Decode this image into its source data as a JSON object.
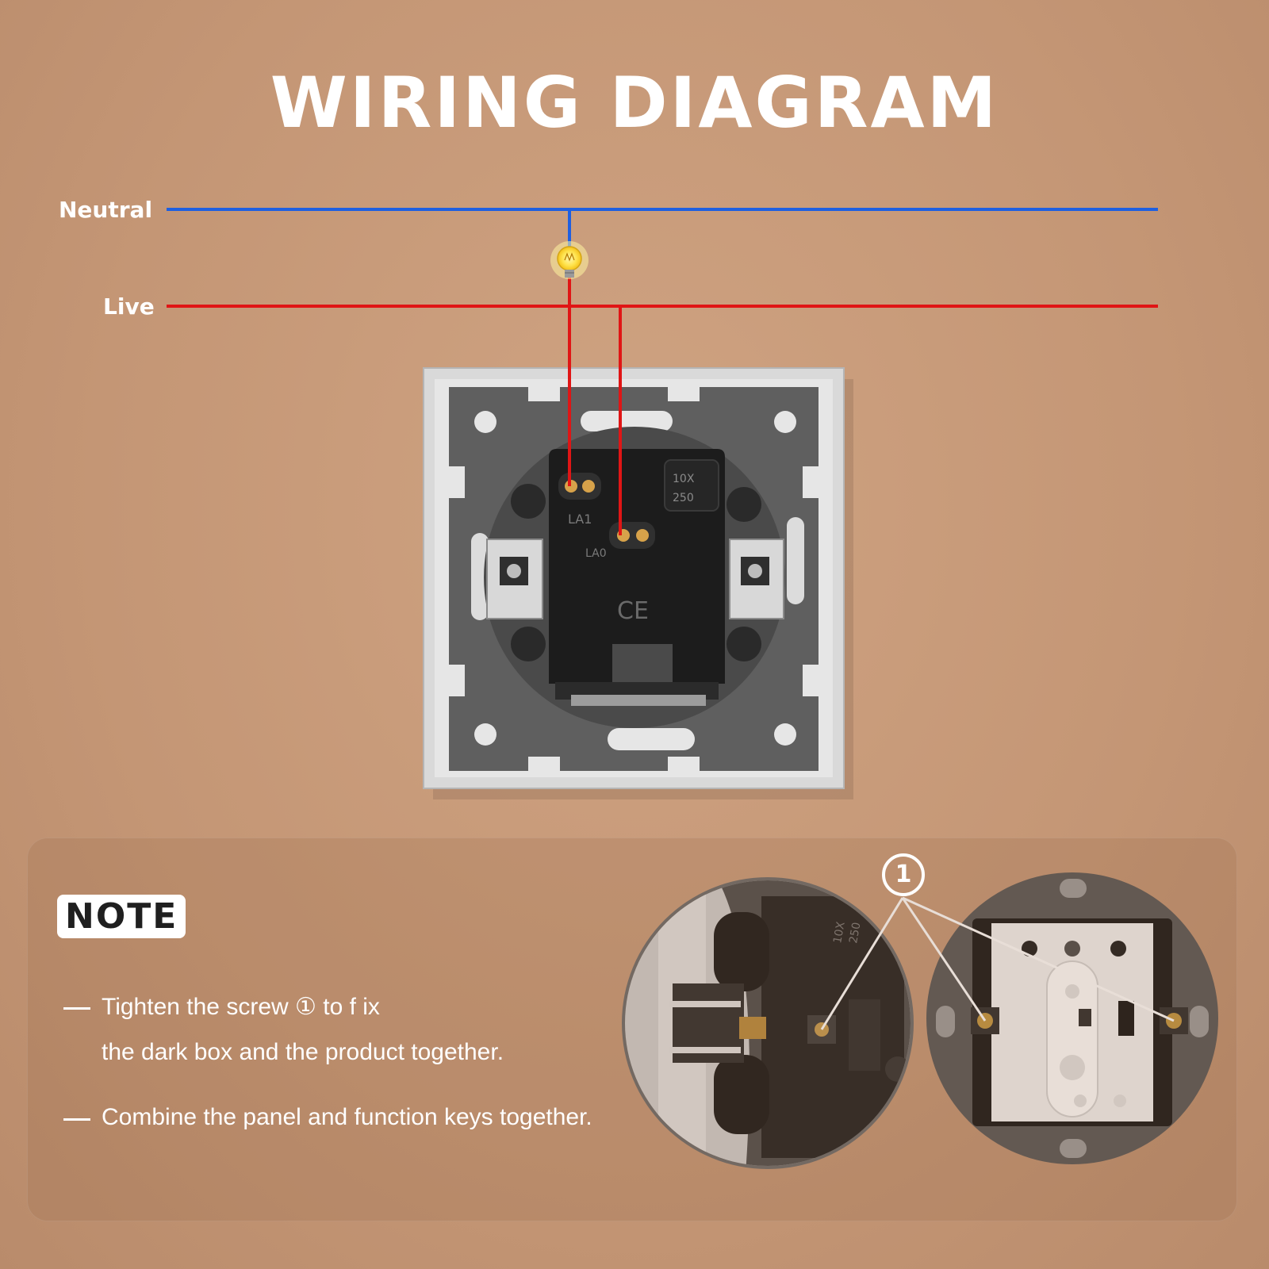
{
  "title": "WIRING DIAGRAM",
  "wires": {
    "neutral_label": "Neutral",
    "live_label": "Live",
    "neutral_color": "#1e5fe0",
    "live_color": "#e01515"
  },
  "terminals": {
    "a1": "LA1",
    "a0": "LA0",
    "rating_top": "10X",
    "rating_bottom": "250",
    "ce_mark": "CE"
  },
  "note": {
    "badge": "NOTE",
    "callout_number": "1",
    "line1a": "Tighten the screw ① to f ix",
    "line1b": "the dark box and the product together.",
    "line2": "Combine the panel and function keys together."
  },
  "detail": {
    "rating_top": "10X",
    "rating_bottom": "250"
  },
  "icons": [
    "light-bulb-icon"
  ]
}
